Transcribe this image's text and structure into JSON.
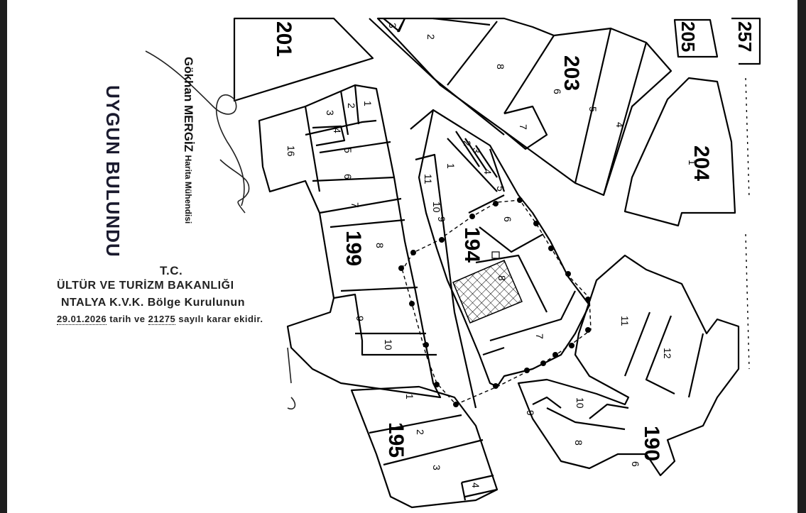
{
  "map": {
    "blocks": {
      "b201": "201",
      "b203": "203",
      "b204": "204",
      "b205": "205",
      "b257": "257",
      "b199": "199",
      "b194": "194",
      "b195": "195",
      "b190": "190"
    },
    "parcels": {
      "p201_3": "3",
      "p201_2": "2",
      "p203_8": "8",
      "p203_6": "6",
      "p203_5": "5",
      "p203_4": "4",
      "p203_7": "7",
      "p204_1": "1",
      "p199_1": "1",
      "p199_2": "2",
      "p199_3": "3",
      "p199_4": "4",
      "p199_5": "5",
      "p199_6": "6",
      "p199_7": "7",
      "p199_8": "8",
      "p199_9": "9",
      "p199_10": "10",
      "p199_16": "16",
      "p194_1": "1",
      "p194_2": "2",
      "p194_3": "3",
      "p194_4": "4",
      "p194_5": "5",
      "p194_6": "6",
      "p194_7": "7",
      "p194_8": "8",
      "p194_9": "9",
      "p194_10": "10",
      "p194_11": "11",
      "p195_1": "1",
      "p195_2": "2",
      "p195_3": "3",
      "p195_4": "4",
      "p190_11": "11",
      "p190_12": "12",
      "p190_10": "10",
      "p190_9": "9",
      "p190_8": "8",
      "p190_6": "6"
    }
  },
  "stamp": {
    "line1": "T.C.",
    "line2": "ÜLTÜR VE TURİZM BAKANLIĞI",
    "line3": "NTALYA K.V.K. Bölge Kurulunun",
    "line4_date": "29.01.2026",
    "line4_mid": "tarih ve",
    "line4_no": "21275",
    "line4_end": "sayılı karar ekidir."
  },
  "approval": "UYGUN BULUNDU",
  "engineer": {
    "name": "Gökhan MERGİZ",
    "title": "Harita Mühendisi"
  }
}
